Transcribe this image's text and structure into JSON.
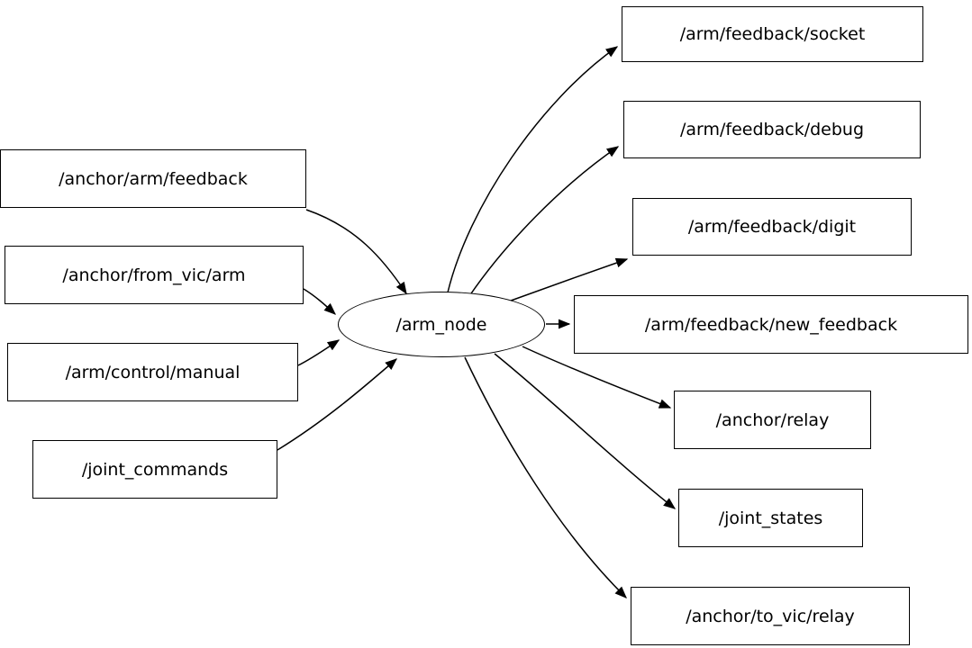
{
  "graph": {
    "center_node": {
      "label": "/arm_node"
    },
    "inputs": [
      {
        "label": "/anchor/arm/feedback"
      },
      {
        "label": "/anchor/from_vic/arm"
      },
      {
        "label": "/arm/control/manual"
      },
      {
        "label": "/joint_commands"
      }
    ],
    "outputs": [
      {
        "label": "/arm/feedback/socket"
      },
      {
        "label": "/arm/feedback/debug"
      },
      {
        "label": "/arm/feedback/digit"
      },
      {
        "label": "/arm/feedback/new_feedback"
      },
      {
        "label": "/anchor/relay"
      },
      {
        "label": "/joint_states"
      },
      {
        "label": "/anchor/to_vic/relay"
      }
    ],
    "colors": {
      "node_border": "#000000",
      "edge": "#000000",
      "background": "#ffffff",
      "text": "#000000"
    }
  }
}
